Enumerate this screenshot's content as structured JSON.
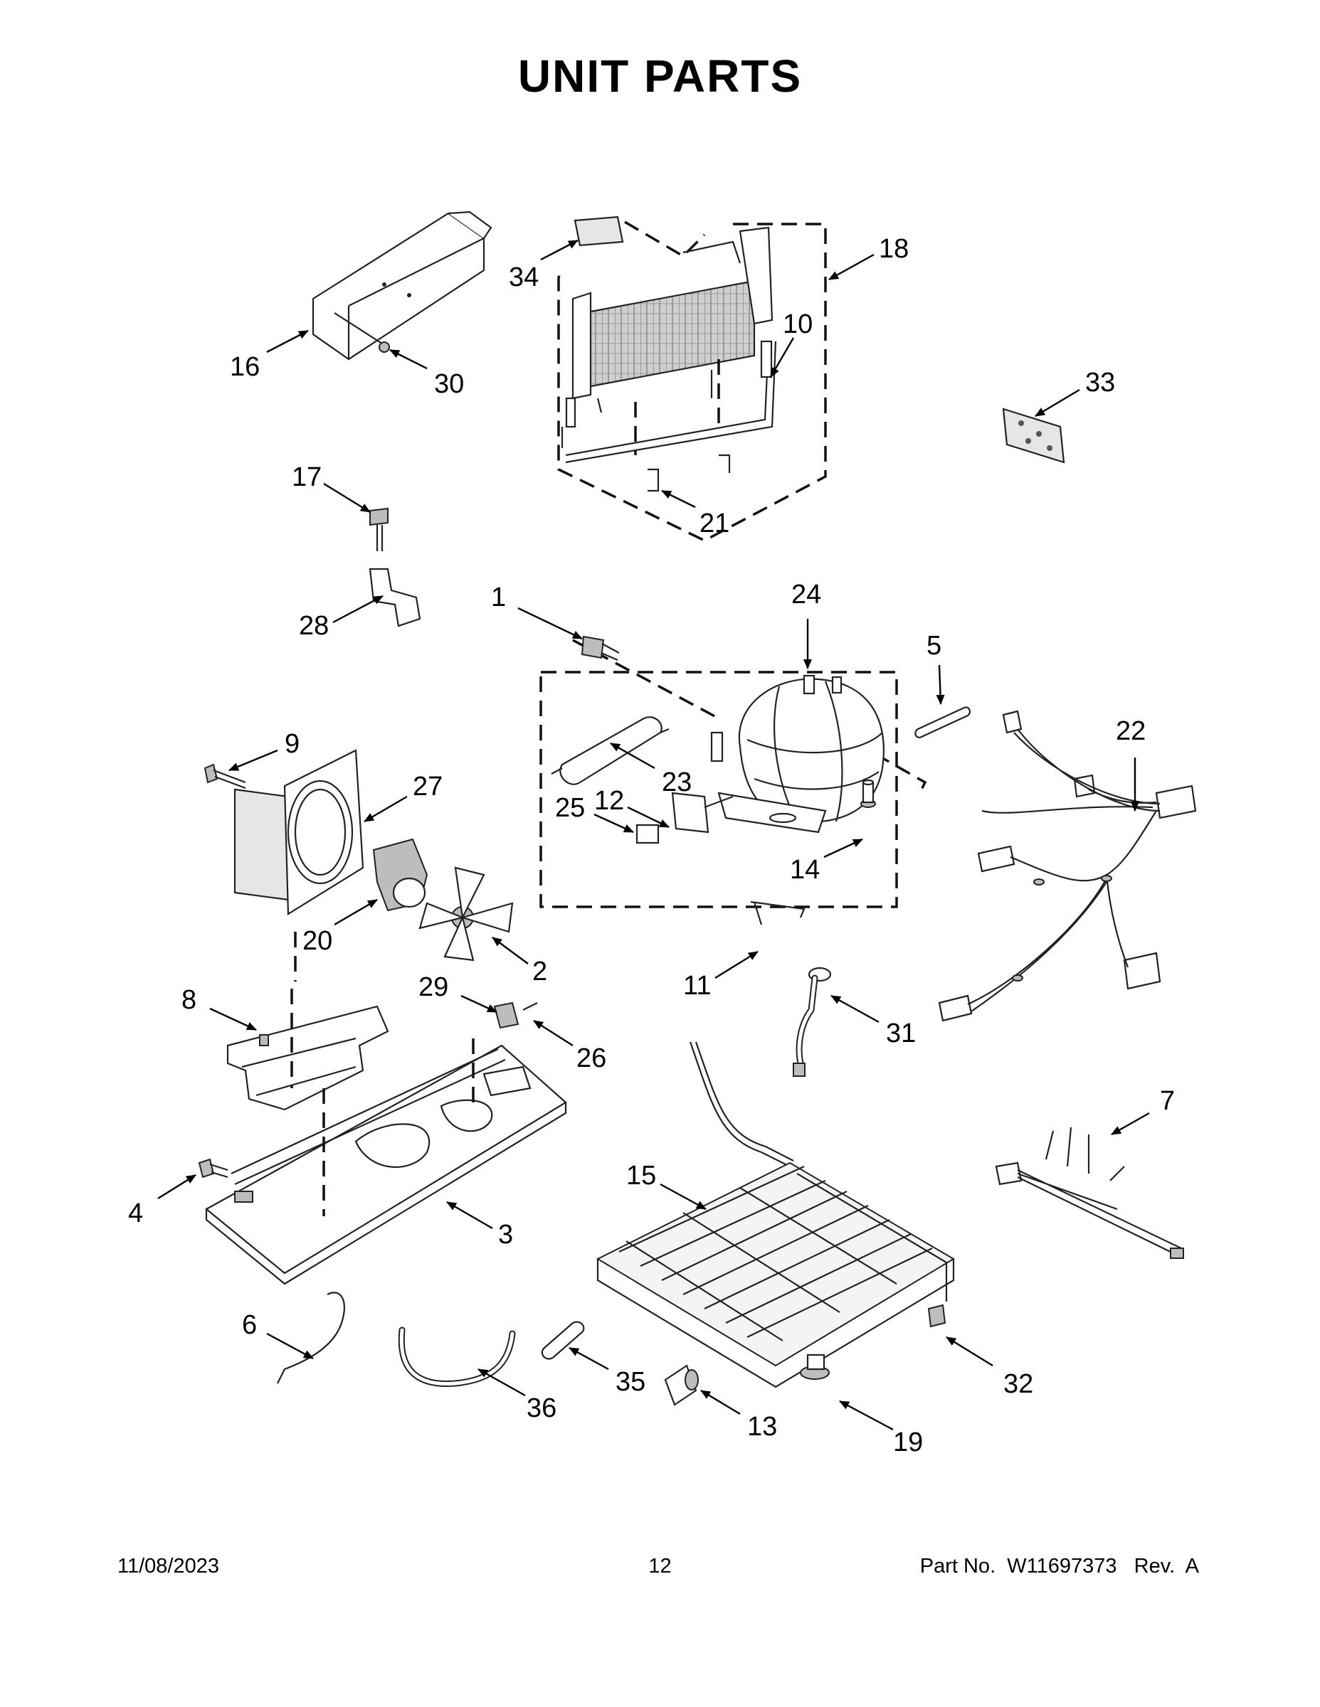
{
  "title": "UNIT  PARTS",
  "labels": {
    "l1": "1",
    "l2": "2",
    "l3": "3",
    "l4": "4",
    "l5": "5",
    "l6": "6",
    "l7": "7",
    "l8": "8",
    "l9": "9",
    "l10": "10",
    "l11": "11",
    "l12": "12",
    "l13": "13",
    "l14": "14",
    "l15": "15",
    "l16": "16",
    "l17": "17",
    "l18": "18",
    "l19": "19",
    "l20": "20",
    "l21": "21",
    "l22": "22",
    "l23": "23",
    "l24": "24",
    "l25": "25",
    "l26": "26",
    "l27": "27",
    "l28": "28",
    "l29": "29",
    "l30": "30",
    "l31": "31",
    "l32": "32",
    "l33": "33",
    "l34": "34",
    "l35": "35",
    "l36": "36"
  },
  "footer": {
    "date": "11/08/2023",
    "page": "12",
    "part": "Part No.  W11697373   Rev.  A"
  }
}
